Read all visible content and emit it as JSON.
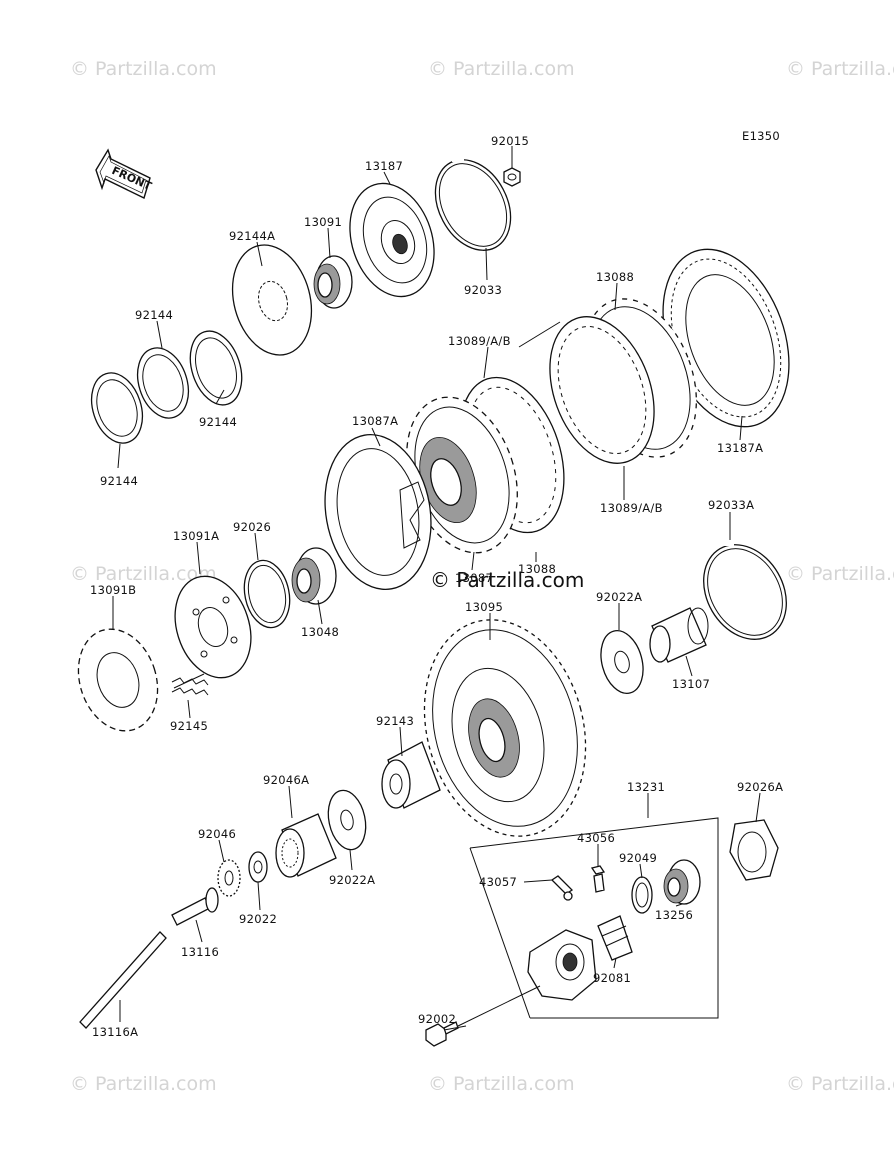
{
  "diagram": {
    "code": "E1350",
    "front_label": "FRONT",
    "watermark": "© Partzilla.com",
    "watermark_center": "© Partzilla.com",
    "parts": [
      {
        "id": "92015",
        "label": "92015"
      },
      {
        "id": "13187",
        "label": "13187"
      },
      {
        "id": "13091",
        "label": "13091"
      },
      {
        "id": "92144A",
        "label": "92144A"
      },
      {
        "id": "92033",
        "label": "92033"
      },
      {
        "id": "92144-a",
        "label": "92144"
      },
      {
        "id": "92144-b",
        "label": "92144"
      },
      {
        "id": "92144-c",
        "label": "92144"
      },
      {
        "id": "13088-a",
        "label": "13088"
      },
      {
        "id": "13089AB-a",
        "label": "13089/A/B"
      },
      {
        "id": "13087A",
        "label": "13087A"
      },
      {
        "id": "13187A",
        "label": "13187A"
      },
      {
        "id": "13089AB-b",
        "label": "13089/A/B"
      },
      {
        "id": "92033A",
        "label": "92033A"
      },
      {
        "id": "13091A",
        "label": "13091A"
      },
      {
        "id": "92026",
        "label": "92026"
      },
      {
        "id": "13087",
        "label": "13087"
      },
      {
        "id": "13088-b",
        "label": "13088"
      },
      {
        "id": "13091B",
        "label": "13091B"
      },
      {
        "id": "13048",
        "label": "13048"
      },
      {
        "id": "13095",
        "label": "13095"
      },
      {
        "id": "92022A-a",
        "label": "92022A"
      },
      {
        "id": "13107",
        "label": "13107"
      },
      {
        "id": "92145",
        "label": "92145"
      },
      {
        "id": "92143",
        "label": "92143"
      },
      {
        "id": "92046A",
        "label": "92046A"
      },
      {
        "id": "13231",
        "label": "13231"
      },
      {
        "id": "92026A",
        "label": "92026A"
      },
      {
        "id": "92046",
        "label": "92046"
      },
      {
        "id": "43056",
        "label": "43056"
      },
      {
        "id": "92049",
        "label": "92049"
      },
      {
        "id": "43057",
        "label": "43057"
      },
      {
        "id": "92022A-b",
        "label": "92022A"
      },
      {
        "id": "92022",
        "label": "92022"
      },
      {
        "id": "13256",
        "label": "13256"
      },
      {
        "id": "13116",
        "label": "13116"
      },
      {
        "id": "92081",
        "label": "92081"
      },
      {
        "id": "13116A",
        "label": "13116A"
      },
      {
        "id": "92002",
        "label": "92002"
      }
    ]
  }
}
